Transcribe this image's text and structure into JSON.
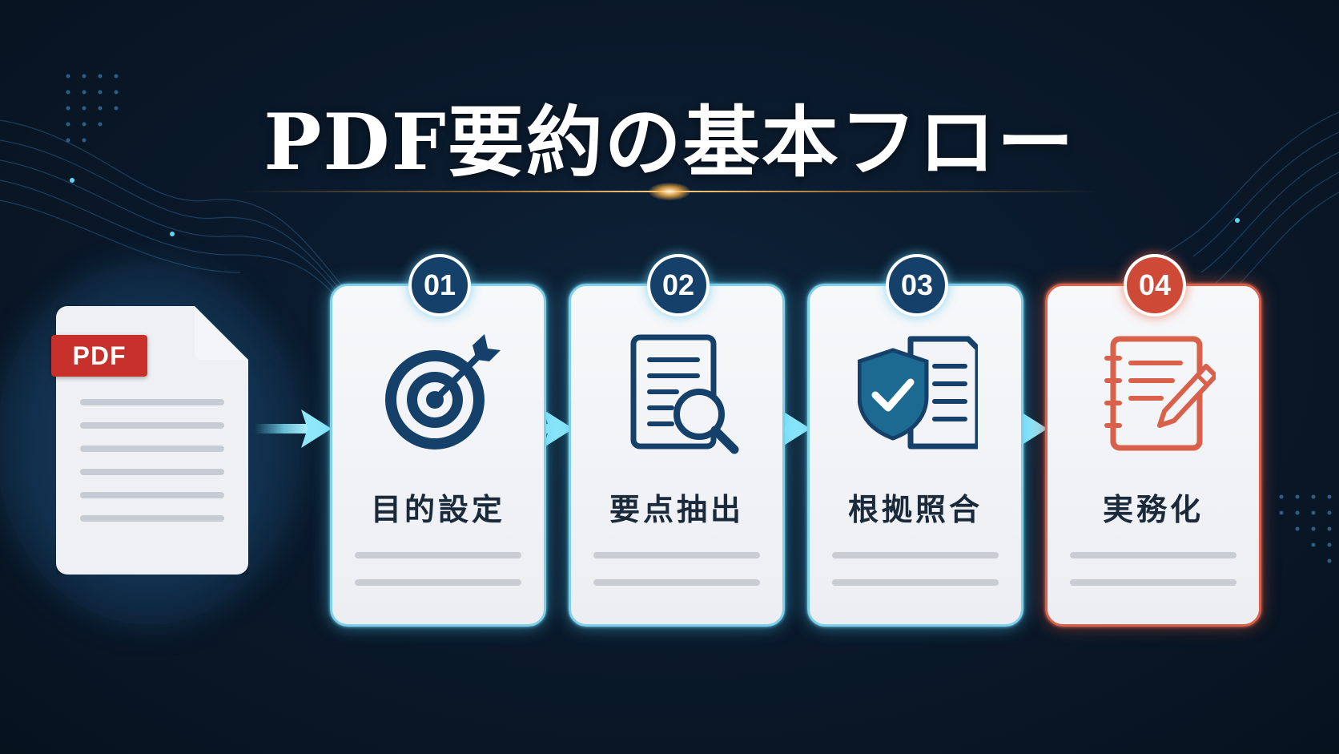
{
  "title": "PDF要約の基本フロー",
  "document": {
    "badge": "PDF",
    "icon": "document-icon"
  },
  "steps": [
    {
      "number": "01",
      "label": "目的設定",
      "icon": "target-icon"
    },
    {
      "number": "02",
      "label": "要点抽出",
      "icon": "document-search-icon"
    },
    {
      "number": "03",
      "label": "根拠照合",
      "icon": "shield-check-document-icon"
    },
    {
      "number": "04",
      "label": "実務化",
      "icon": "notebook-pencil-icon"
    }
  ],
  "colors": {
    "background": "#0a1a2c",
    "primary": "#14406a",
    "accent": "#cf4a36",
    "glow": "#7ecfe8",
    "arrow": "#5fd6f2",
    "pdf_badge": "#c8302b"
  }
}
